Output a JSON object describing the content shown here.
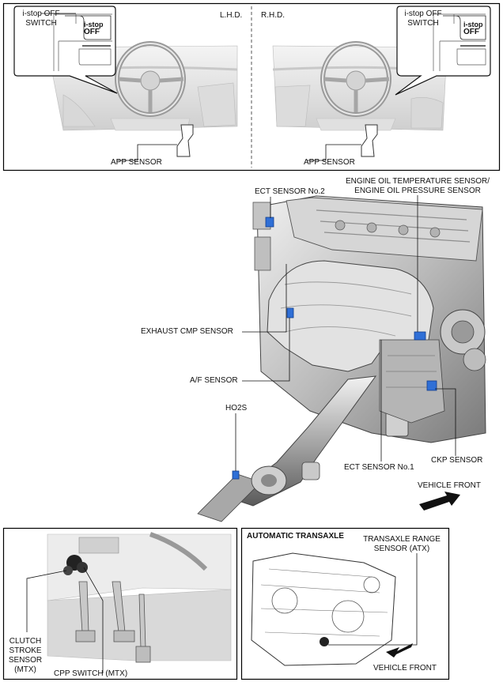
{
  "top_panel": {
    "lhd": {
      "side_label": "L.H.D.",
      "switch_label_line1": "i-stop OFF",
      "switch_label_line2": "SWITCH",
      "button_line1": "i-stop",
      "button_line2": "OFF",
      "app_sensor_label": "APP SENSOR"
    },
    "rhd": {
      "side_label": "R.H.D.",
      "switch_label_line1": "i-stop OFF",
      "switch_label_line2": "SWITCH",
      "button_line1": "i-stop",
      "button_line2": "OFF",
      "app_sensor_label": "APP SENSOR"
    }
  },
  "engine_panel": {
    "labels": {
      "ect_sensor_no2": "ECT SENSOR No.2",
      "oil_sensor_line1": "ENGINE OIL TEMPERATURE SENSOR/",
      "oil_sensor_line2": "ENGINE OIL PRESSURE SENSOR",
      "exhaust_cmp_sensor": "EXHAUST CMP  SENSOR",
      "af_sensor": "A/F SENSOR",
      "ho2s": "HO2S",
      "ect_sensor_no1": "ECT SENSOR No.1",
      "ckp_sensor": "CKP SENSOR",
      "vehicle_front": "VEHICLE FRONT"
    }
  },
  "pedal_panel": {
    "clutch_line1": "CLUTCH",
    "clutch_line2": "STROKE",
    "clutch_line3": "SENSOR",
    "clutch_line4": "(MTX)",
    "cpp_switch": "CPP SWITCH (MTX)"
  },
  "transaxle_panel": {
    "title": "AUTOMATIC TRANSAXLE",
    "tr_line1": "TRANSAXLE RANGE",
    "tr_line2": "SENSOR (ATX)",
    "vehicle_front": "VEHICLE FRONT"
  },
  "colors": {
    "frame": "#000000",
    "sensor_highlight": "#2f6fd6",
    "metal_light": "#e4e4e4",
    "metal_mid": "#bdbdbd",
    "metal_dark": "#6e6e6e"
  }
}
